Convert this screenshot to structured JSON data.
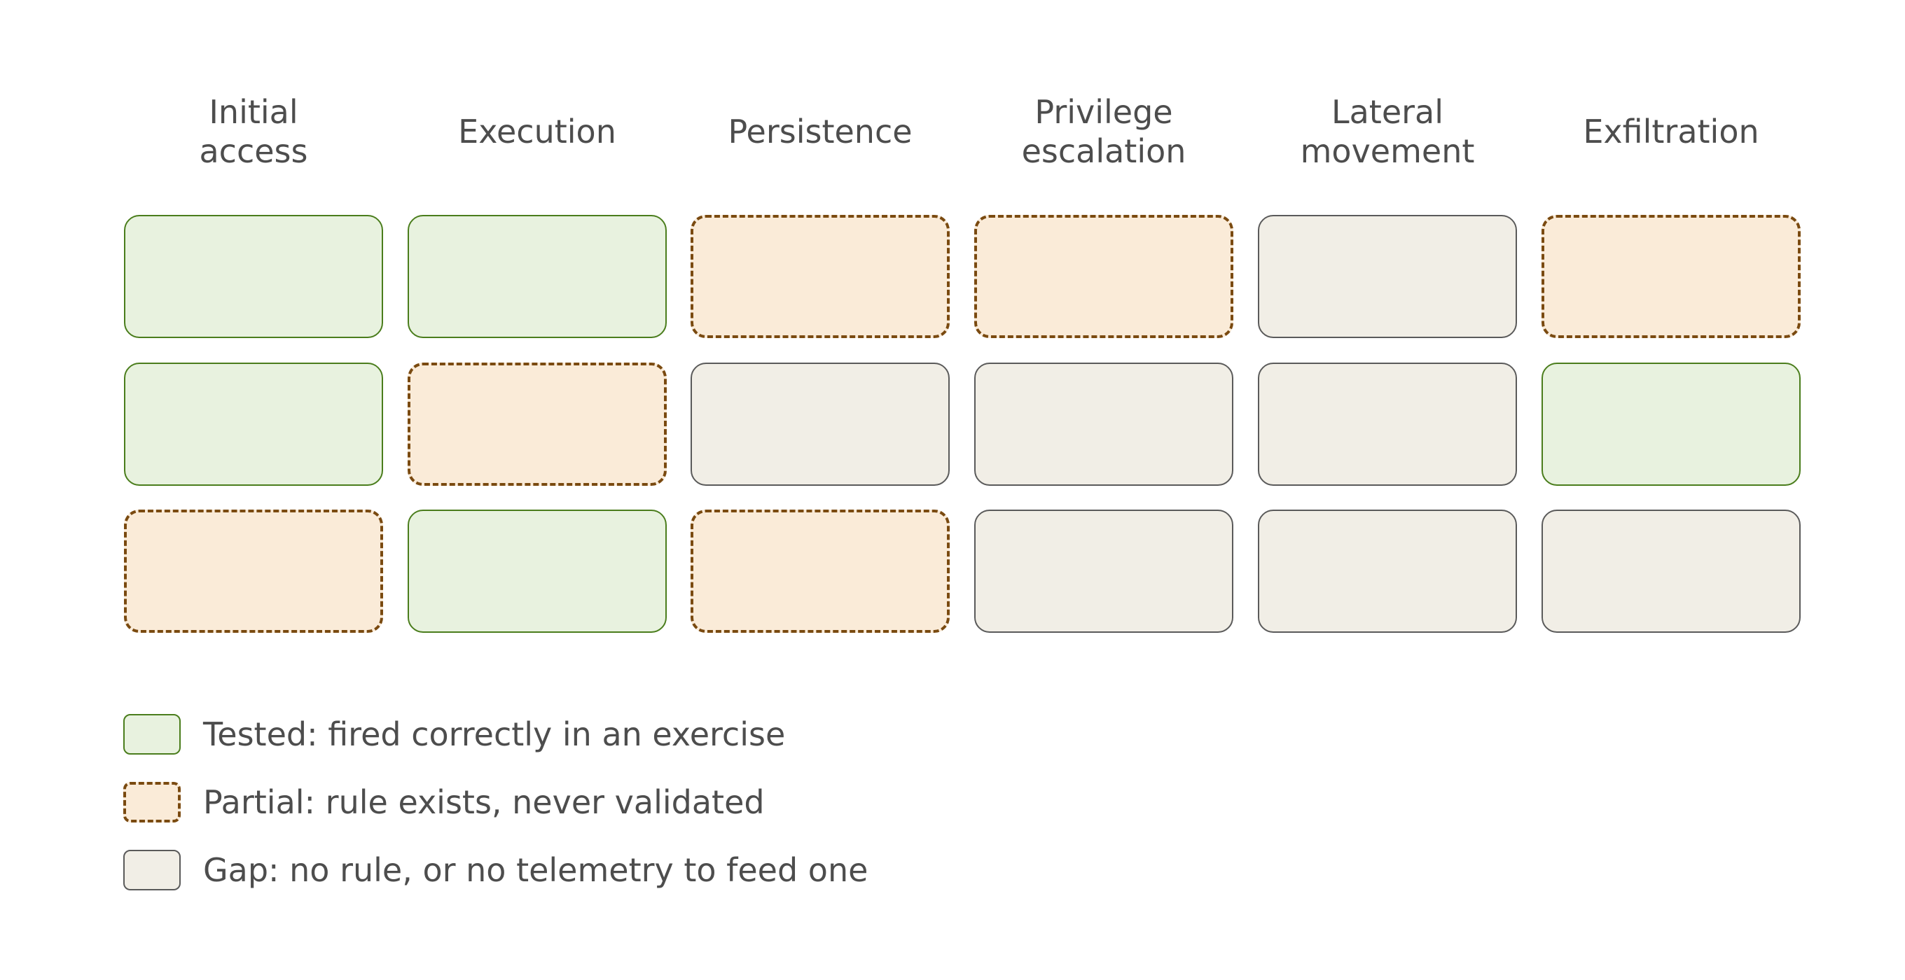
{
  "columns": [
    "Initial\naccess",
    "Execution",
    "Persistence",
    "Privilege\nescalation",
    "Lateral\nmovement",
    "Exfiltration"
  ],
  "grid": [
    [
      "tested",
      "tested",
      "partial",
      "partial",
      "gap",
      "partial"
    ],
    [
      "tested",
      "partial",
      "gap",
      "gap",
      "gap",
      "tested"
    ],
    [
      "partial",
      "tested",
      "partial",
      "gap",
      "gap",
      "gap"
    ]
  ],
  "legend": [
    {
      "status": "tested",
      "label": "Tested: fired correctly in an exercise"
    },
    {
      "status": "partial",
      "label": "Partial: rule exists, never validated"
    },
    {
      "status": "gap",
      "label": "Gap: no rule, or no telemetry to feed one"
    }
  ],
  "colors": {
    "tested_fill": "#e8f2df",
    "tested_border": "#4a7d1c",
    "partial_fill": "#faebd8",
    "partial_border": "#7a4a10",
    "gap_fill": "#f1eee6",
    "gap_border": "#5a5a5a"
  }
}
